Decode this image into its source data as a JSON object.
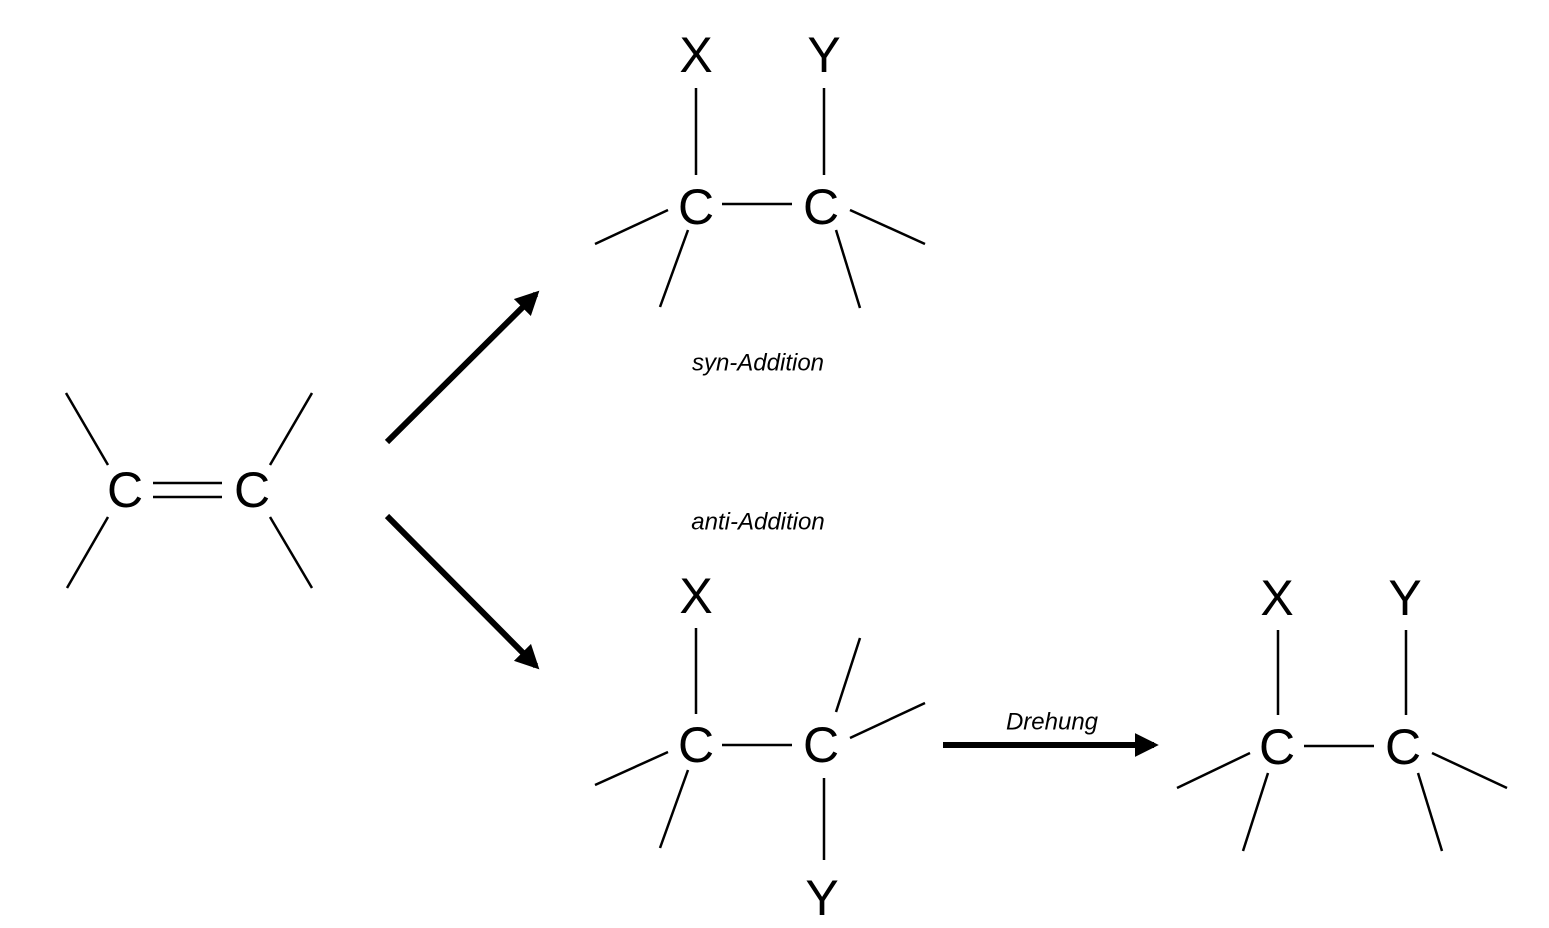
{
  "reactant": {
    "c1": "C",
    "c2": "C"
  },
  "syn_product": {
    "x": "X",
    "y": "Y",
    "c1": "C",
    "c2": "C"
  },
  "anti_product": {
    "x": "X",
    "y": "Y",
    "c1": "C",
    "c2": "C"
  },
  "rotated_product": {
    "x": "X",
    "y": "Y",
    "c1": "C",
    "c2": "C"
  },
  "labels": {
    "syn": "syn-Addition",
    "anti": "anti-Addition",
    "rotation": "Drehung"
  }
}
